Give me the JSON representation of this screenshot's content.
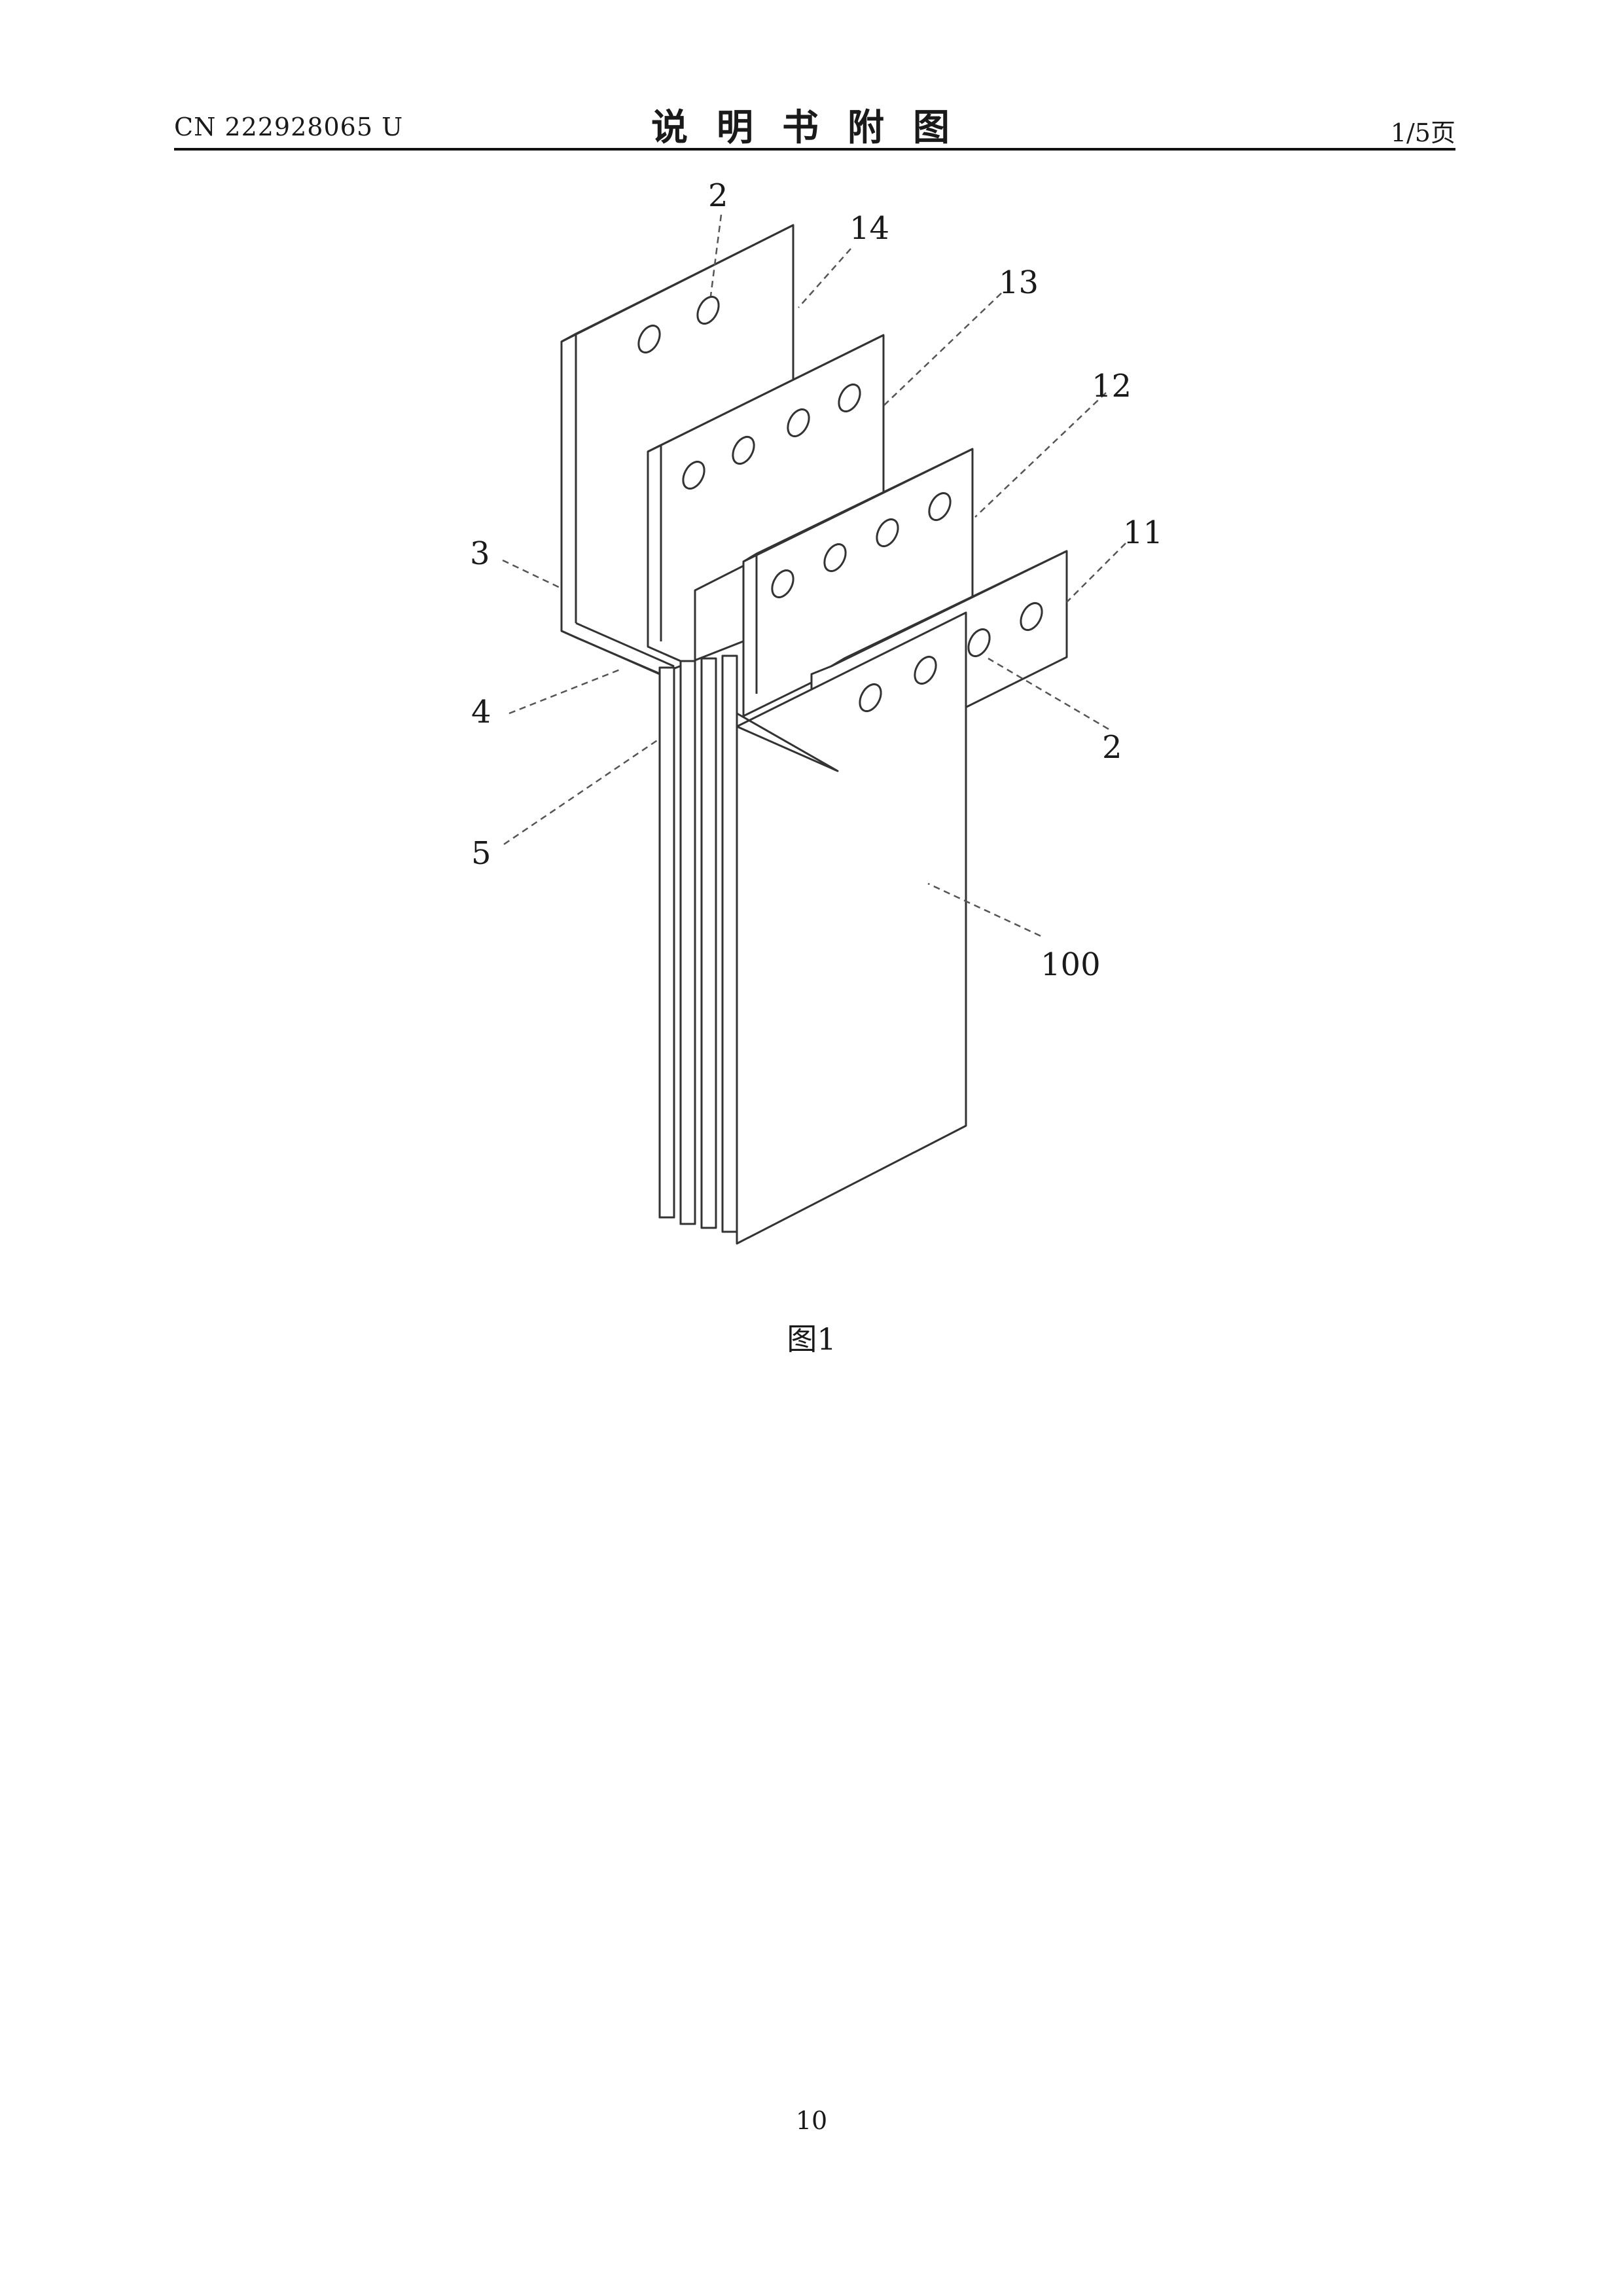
{
  "header": {
    "publication_number": "CN 222928065 U",
    "document_title": "说明书附图",
    "page_indicator": "1/5页"
  },
  "figure": {
    "caption": "图1",
    "reference_numerals": [
      "2",
      "14",
      "13",
      "12",
      "11",
      "3",
      "4",
      "5",
      "2",
      "100"
    ]
  },
  "footer": {
    "page_number": "10"
  }
}
